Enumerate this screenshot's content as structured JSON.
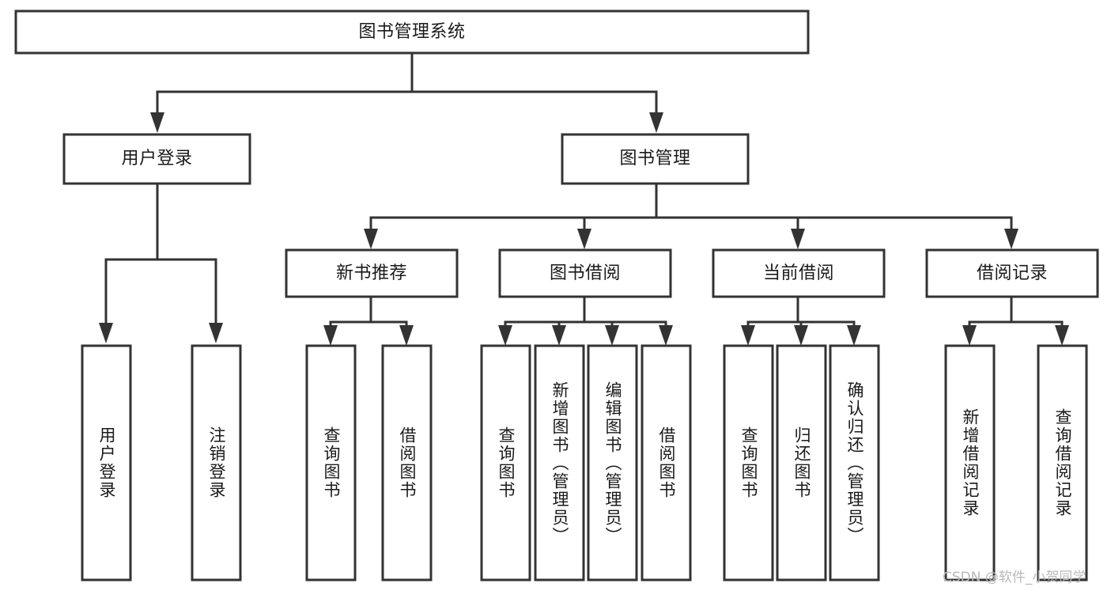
{
  "diagram": {
    "title": "图书管理系统",
    "type": "tree-hierarchy-chart",
    "colors": {
      "box_stroke": "#333333",
      "box_fill": "#ffffff",
      "text": "#1a1a1a",
      "watermark": "#b9b9b9",
      "background": "#ffffff"
    },
    "root": {
      "label": "图书管理系统"
    },
    "level2": [
      {
        "label": "用户登录"
      },
      {
        "label": "图书管理"
      }
    ],
    "level3": [
      {
        "label": "新书推荐"
      },
      {
        "label": "图书借阅"
      },
      {
        "label": "当前借阅"
      },
      {
        "label": "借阅记录"
      }
    ],
    "leaves": {
      "user_login": [
        {
          "label": "用户登录"
        },
        {
          "label": "注销登录"
        }
      ],
      "new_book_recommend": [
        {
          "label": "查询图书"
        },
        {
          "label": "借阅图书"
        }
      ],
      "book_borrow": [
        {
          "label": "查询图书"
        },
        {
          "label": "新增图书（管理员）"
        },
        {
          "label": "编辑图书（管理员）"
        },
        {
          "label": "借阅图书"
        }
      ],
      "current_borrow": [
        {
          "label": "查询图书"
        },
        {
          "label": "归还图书"
        },
        {
          "label": "确认归还（管理员）"
        }
      ],
      "borrow_record": [
        {
          "label": "新增借阅记录"
        },
        {
          "label": "查询借阅记录"
        }
      ]
    }
  },
  "watermark": {
    "text": "CSDN @软件_小贺同学"
  }
}
